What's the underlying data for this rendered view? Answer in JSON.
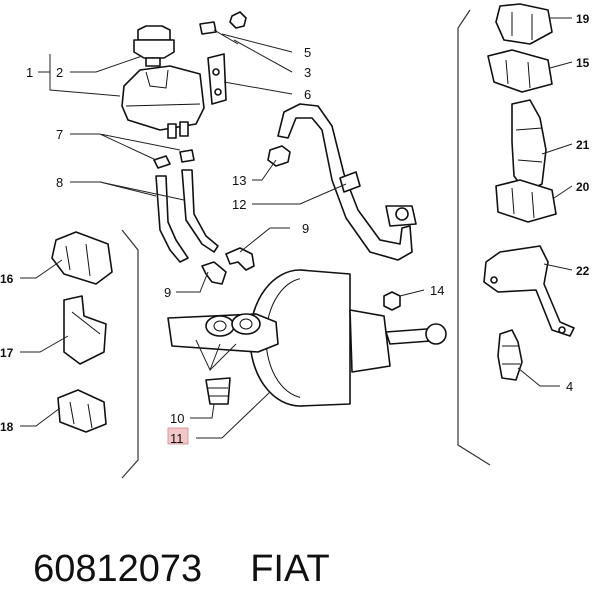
{
  "callouts": {
    "c1": "1",
    "c2": "2",
    "c3": "3",
    "c4": "4",
    "c5": "5",
    "c6": "6",
    "c7": "7",
    "c8": "8",
    "c9a": "9",
    "c9b": "9",
    "c10": "10",
    "c11": "11",
    "c12": "12",
    "c13": "13",
    "c14": "14",
    "c15": "15",
    "c16": "16",
    "c17": "17",
    "c18": "18",
    "c19": "19",
    "c20": "20",
    "c21": "21",
    "c22": "22"
  },
  "caption": {
    "part_number": "60812073",
    "brand": "FIAT"
  },
  "colors": {
    "ink": "#111111",
    "highlight": "#f4c7c7"
  }
}
